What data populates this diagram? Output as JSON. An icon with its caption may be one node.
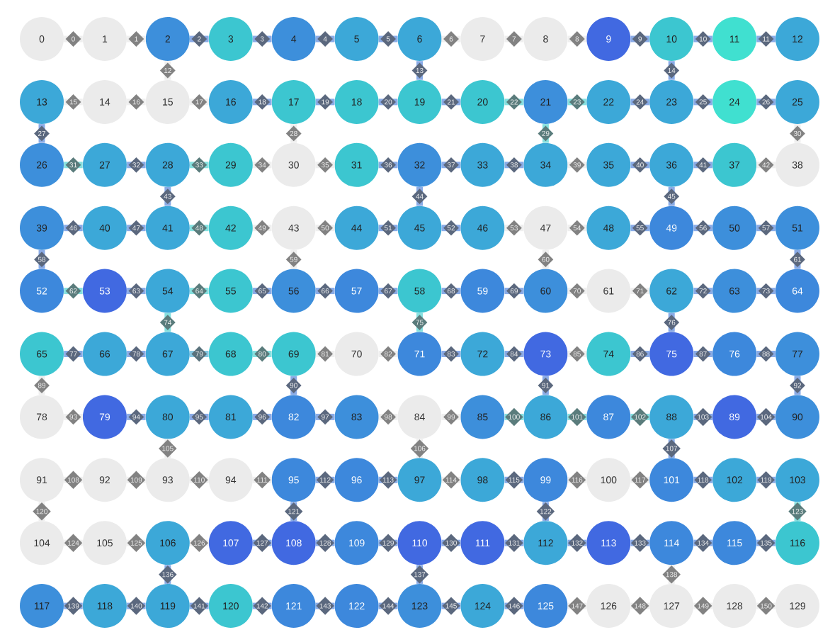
{
  "diagram": {
    "nodes": [
      {
        "text": [
          "0"
        ]
      },
      {
        "text": [
          "1"
        ]
      },
      {
        "text": [
          "2"
        ]
      },
      {
        "text": [
          "3"
        ]
      },
      {
        "text": [
          "4"
        ]
      },
      {
        "text": [
          "5"
        ]
      },
      {
        "text": [
          "6"
        ]
      },
      {
        "text": [
          "7"
        ]
      },
      {
        "text": [
          "8"
        ]
      },
      {
        "text": [
          "9"
        ]
      },
      {
        "text": [
          "10"
        ]
      },
      {
        "text": [
          "11"
        ]
      },
      {
        "text": [
          "12"
        ]
      },
      {
        "text": [
          "13"
        ]
      },
      {
        "text": [
          "14"
        ]
      },
      {
        "text": [
          "15"
        ]
      },
      {
        "text": [
          "16"
        ]
      },
      {
        "text": [
          "17"
        ]
      },
      {
        "text": [
          "18"
        ]
      },
      {
        "text": [
          "19"
        ]
      },
      {
        "text": [
          "20"
        ]
      },
      {
        "text": [
          "21"
        ]
      },
      {
        "text": [
          "22"
        ]
      },
      {
        "text": [
          "23"
        ]
      },
      {
        "text": [
          "24"
        ]
      },
      {
        "text": [
          "25"
        ]
      },
      {
        "text": [
          "26"
        ]
      },
      {
        "text": [
          "27"
        ]
      },
      {
        "text": [
          "28"
        ]
      },
      {
        "text": [
          "29"
        ]
      },
      {
        "text": [
          "30"
        ]
      },
      {
        "text": [
          "31"
        ]
      },
      {
        "text": [
          "32"
        ]
      },
      {
        "text": [
          "33"
        ]
      },
      {
        "text": [
          "34"
        ]
      },
      {
        "text": [
          "35"
        ]
      },
      {
        "text": [
          "36"
        ]
      },
      {
        "text": [
          "37"
        ]
      },
      {
        "text": [
          "38"
        ]
      },
      {
        "text": [
          "39"
        ]
      },
      {
        "text": [
          "40"
        ]
      },
      {
        "text": [
          "41"
        ]
      },
      {
        "text": [
          "42"
        ]
      },
      {
        "text": [
          "43"
        ]
      },
      {
        "text": [
          "44"
        ]
      },
      {
        "text": [
          "45"
        ]
      },
      {
        "text": [
          "46"
        ]
      },
      {
        "text": [
          "47"
        ]
      },
      {
        "text": [
          "48"
        ]
      },
      {
        "text": [
          "49"
        ]
      },
      {
        "text": [
          "50"
        ]
      },
      {
        "text": [
          "51"
        ]
      },
      {
        "text": [
          "52"
        ]
      },
      {
        "text": [
          "53"
        ]
      },
      {
        "text": [
          "54"
        ]
      },
      {
        "text": [
          "55"
        ]
      },
      {
        "text": [
          "56"
        ]
      },
      {
        "text": [
          "57"
        ]
      },
      {
        "text": [
          "58"
        ]
      },
      {
        "text": [
          "59"
        ]
      },
      {
        "text": [
          "60"
        ]
      },
      {
        "text": [
          "61"
        ]
      },
      {
        "text": [
          "62"
        ]
      },
      {
        "text": [
          "63"
        ]
      },
      {
        "text": [
          "64"
        ]
      },
      {
        "text": [
          "65"
        ]
      },
      {
        "text": [
          "66"
        ]
      },
      {
        "text": [
          "67"
        ]
      },
      {
        "text": [
          "68"
        ]
      },
      {
        "text": [
          "69"
        ]
      },
      {
        "text": [
          "70"
        ]
      },
      {
        "text": [
          "71"
        ]
      },
      {
        "text": [
          "72"
        ]
      },
      {
        "text": [
          "73"
        ]
      },
      {
        "text": [
          "74"
        ]
      },
      {
        "text": [
          "75"
        ]
      },
      {
        "text": [
          "76"
        ]
      },
      {
        "text": [
          "77"
        ]
      },
      {
        "text": [
          "78"
        ]
      },
      {
        "text": [
          "79"
        ]
      },
      {
        "text": [
          "80"
        ]
      },
      {
        "text": [
          "81"
        ]
      },
      {
        "text": [
          "82"
        ]
      },
      {
        "text": [
          "83"
        ]
      },
      {
        "text": [
          "84"
        ]
      },
      {
        "text": [
          "85"
        ]
      },
      {
        "text": [
          "86"
        ]
      },
      {
        "text": [
          "87"
        ]
      },
      {
        "text": [
          "88"
        ]
      },
      {
        "text": [
          "89"
        ]
      },
      {
        "text": [
          "90"
        ]
      },
      {
        "text": [
          "91"
        ]
      },
      {
        "text": [
          "92"
        ]
      },
      {
        "text": [
          "93"
        ]
      },
      {
        "text": [
          "94"
        ]
      },
      {
        "text": [
          "95"
        ]
      },
      {
        "text": [
          "96"
        ]
      },
      {
        "text": [
          "97"
        ]
      },
      {
        "text": [
          "98"
        ]
      },
      {
        "text": [
          "99"
        ]
      },
      {
        "text": [
          "100"
        ]
      },
      {
        "text": [
          "101"
        ]
      },
      {
        "text": [
          "102"
        ]
      },
      {
        "text": [
          "103"
        ]
      },
      {
        "text": [
          "104"
        ]
      },
      {
        "text": [
          "105"
        ]
      },
      {
        "text": [
          "106"
        ]
      },
      {
        "text": [
          "107"
        ]
      },
      {
        "text": [
          "108"
        ]
      },
      {
        "text": [
          "109"
        ]
      },
      {
        "text": [
          "110"
        ]
      },
      {
        "text": [
          "111"
        ]
      },
      {
        "text": [
          "112"
        ]
      },
      {
        "text": [
          "113"
        ]
      },
      {
        "text": [
          "114"
        ]
      },
      {
        "text": [
          "115"
        ]
      },
      {
        "text": [
          "116"
        ]
      },
      {
        "text": [
          "117"
        ]
      },
      {
        "text": [
          "118"
        ]
      },
      {
        "text": [
          "119"
        ]
      },
      {
        "text": [
          "120"
        ]
      },
      {
        "text": [
          "121"
        ]
      },
      {
        "text": [
          "122"
        ]
      },
      {
        "text": [
          "123"
        ]
      },
      {
        "text": [
          "124"
        ]
      },
      {
        "text": [
          "125"
        ]
      },
      {
        "text": [
          "126"
        ]
      },
      {
        "text": [
          "127"
        ]
      },
      {
        "text": [
          "128"
        ]
      },
      {
        "text": [
          "129"
        ]
      }
    ],
    "edges": [
      {
        "from": 0,
        "to": 1,
        "arrow": "none",
        "label": "0",
        "color": "#efefef"
      },
      {
        "from": 1,
        "to": 2,
        "arrow": "none",
        "label": "1",
        "color": "#efefef"
      },
      {
        "from": 2,
        "to": 3,
        "arrow": "none",
        "label": "2"
      },
      {
        "from": 3,
        "to": 4,
        "arrow": "none",
        "label": "3"
      },
      {
        "from": 4,
        "to": 5,
        "arrow": "none",
        "label": "4"
      },
      {
        "from": 5,
        "to": 6,
        "arrow": "none",
        "label": "5"
      },
      {
        "from": 6,
        "to": 7,
        "arrow": "none",
        "label": "6",
        "color": "#efefef"
      },
      {
        "from": 7,
        "to": 8,
        "arrow": "none",
        "label": "7",
        "color": "#efefef"
      },
      {
        "from": 8,
        "to": 9,
        "arrow": "none",
        "label": "8",
        "color": "#efefef"
      },
      {
        "from": 9,
        "to": 10,
        "arrow": "none",
        "label": "9"
      },
      {
        "from": 10,
        "to": 11,
        "arrow": "none",
        "label": "10"
      },
      {
        "from": 11,
        "to": 12,
        "arrow": "none",
        "label": "11"
      },
      {
        "from": 2,
        "to": 15,
        "arrow": "none",
        "label": "12",
        "color": "#efefef"
      },
      {
        "from": 6,
        "to": 19,
        "arrow": "none",
        "label": "13"
      },
      {
        "from": 10,
        "to": 23,
        "arrow": "none",
        "label": "14"
      },
      {
        "from": 13,
        "to": 14,
        "arrow": "none",
        "label": "15",
        "color": "#efefef"
      },
      {
        "from": 14,
        "to": 15,
        "arrow": "none",
        "label": "16",
        "color": "#efefef"
      },
      {
        "from": 15,
        "to": 16,
        "arrow": "none",
        "label": "17",
        "color": "#efefef"
      },
      {
        "from": 16,
        "to": 17,
        "arrow": "none",
        "label": "18"
      },
      {
        "from": 17,
        "to": 18,
        "arrow": "none",
        "label": "19"
      },
      {
        "from": 18,
        "to": 19,
        "arrow": "none",
        "label": "20"
      },
      {
        "from": 19,
        "to": 20,
        "arrow": "none",
        "label": "21"
      },
      {
        "from": 20,
        "to": 21,
        "arrow": "none",
        "label": "22",
        "color": "#86e0df"
      },
      {
        "from": 21,
        "to": 22,
        "arrow": "none",
        "label": "23",
        "color": "#86e0df"
      },
      {
        "from": 22,
        "to": 23,
        "arrow": "none",
        "label": "24"
      },
      {
        "from": 23,
        "to": 24,
        "arrow": "none",
        "label": "25"
      },
      {
        "from": 24,
        "to": 25,
        "arrow": "none",
        "label": "26"
      },
      {
        "from": 13,
        "to": 26,
        "arrow": "none",
        "label": "27"
      },
      {
        "from": 17,
        "to": 30,
        "arrow": "none",
        "label": "28",
        "color": "#efefef"
      },
      {
        "from": 21,
        "to": 34,
        "arrow": "none",
        "label": "29",
        "color": "#86e0df"
      },
      {
        "from": 25,
        "to": 38,
        "arrow": "none",
        "label": "30",
        "color": "#efefef"
      },
      {
        "from": 26,
        "to": 27,
        "arrow": "none",
        "label": "31",
        "color": "#86e0df"
      },
      {
        "from": 27,
        "to": 28,
        "arrow": "none",
        "label": "32"
      },
      {
        "from": 28,
        "to": 29,
        "arrow": "none",
        "label": "33",
        "color": "#86e0df"
      },
      {
        "from": 29,
        "to": 30,
        "arrow": "none",
        "label": "34",
        "color": "#efefef"
      },
      {
        "from": 30,
        "to": 31,
        "arrow": "none",
        "label": "35",
        "color": "#efefef"
      },
      {
        "from": 31,
        "to": 32,
        "arrow": "none",
        "label": "36"
      },
      {
        "from": 32,
        "to": 33,
        "arrow": "none",
        "label": "37"
      },
      {
        "from": 33,
        "to": 34,
        "arrow": "none",
        "label": "38"
      },
      {
        "from": 34,
        "to": 35,
        "arrow": "none",
        "label": "39",
        "color": "#efefef"
      },
      {
        "from": 35,
        "to": 36,
        "arrow": "none",
        "label": "40"
      },
      {
        "from": 36,
        "to": 37,
        "arrow": "none",
        "label": "41"
      },
      {
        "from": 37,
        "to": 38,
        "arrow": "none",
        "label": "42",
        "color": "#efefef"
      },
      {
        "from": 28,
        "to": 41,
        "arrow": "none",
        "label": "43"
      },
      {
        "from": 32,
        "to": 45,
        "arrow": "none",
        "label": "44"
      },
      {
        "from": 36,
        "to": 49,
        "arrow": "none",
        "label": "45"
      },
      {
        "from": 39,
        "to": 40,
        "arrow": "none",
        "label": "46"
      },
      {
        "from": 40,
        "to": 41,
        "arrow": "none",
        "label": "47"
      },
      {
        "from": 41,
        "to": 42,
        "arrow": "none",
        "label": "48",
        "color": "#86e0df"
      },
      {
        "from": 42,
        "to": 43,
        "arrow": "none",
        "label": "49",
        "color": "#efefef"
      },
      {
        "from": 43,
        "to": 44,
        "arrow": "none",
        "label": "50",
        "color": "#efefef"
      },
      {
        "from": 44,
        "to": 45,
        "arrow": "none",
        "label": "51"
      },
      {
        "from": 45,
        "to": 46,
        "arrow": "none",
        "label": "52"
      },
      {
        "from": 46,
        "to": 47,
        "arrow": "none",
        "label": "53",
        "color": "#efefef"
      },
      {
        "from": 47,
        "to": 48,
        "arrow": "none",
        "label": "54",
        "color": "#efefef"
      },
      {
        "from": 48,
        "to": 49,
        "arrow": "none",
        "label": "55"
      },
      {
        "from": 49,
        "to": 50,
        "arrow": "none",
        "label": "56"
      },
      {
        "from": 50,
        "to": 51,
        "arrow": "none",
        "label": "57"
      },
      {
        "from": 39,
        "to": 52,
        "arrow": "none",
        "label": "58"
      },
      {
        "from": 43,
        "to": 56,
        "arrow": "none",
        "label": "59",
        "color": "#efefef"
      },
      {
        "from": 47,
        "to": 60,
        "arrow": "none",
        "label": "60",
        "color": "#efefef"
      },
      {
        "from": 51,
        "to": 64,
        "arrow": "none",
        "label": "61"
      },
      {
        "from": 52,
        "to": 53,
        "arrow": "none",
        "label": "62",
        "color": "#86e0df"
      },
      {
        "from": 53,
        "to": 54,
        "arrow": "none",
        "label": "63"
      },
      {
        "from": 54,
        "to": 55,
        "arrow": "none",
        "label": "64",
        "color": "#86e0df"
      },
      {
        "from": 55,
        "to": 56,
        "arrow": "none",
        "label": "65"
      },
      {
        "from": 56,
        "to": 57,
        "arrow": "none",
        "label": "66"
      },
      {
        "from": 57,
        "to": 58,
        "arrow": "none",
        "label": "67"
      },
      {
        "from": 58,
        "to": 59,
        "arrow": "none",
        "label": "68"
      },
      {
        "from": 59,
        "to": 60,
        "arrow": "none",
        "label": "69"
      },
      {
        "from": 60,
        "to": 61,
        "arrow": "none",
        "label": "70",
        "color": "#efefef"
      },
      {
        "from": 61,
        "to": 62,
        "arrow": "none",
        "label": "71",
        "color": "#efefef"
      },
      {
        "from": 62,
        "to": 63,
        "arrow": "none",
        "label": "72"
      },
      {
        "from": 63,
        "to": 64,
        "arrow": "none",
        "label": "73"
      },
      {
        "from": 54,
        "to": 67,
        "arrow": "none",
        "label": "74",
        "color": "#86e0df"
      },
      {
        "from": 58,
        "to": 71,
        "arrow": "none",
        "label": "75",
        "color": "#86e0df"
      },
      {
        "from": 62,
        "to": 75,
        "arrow": "none",
        "label": "76"
      },
      {
        "from": 65,
        "to": 66,
        "arrow": "none",
        "label": "77"
      },
      {
        "from": 66,
        "to": 67,
        "arrow": "none",
        "label": "78"
      },
      {
        "from": 67,
        "to": 68,
        "arrow": "none",
        "label": "79",
        "color": "#86c6e0"
      },
      {
        "from": 68,
        "to": 69,
        "arrow": "none",
        "label": "80",
        "color": "#86e0df"
      },
      {
        "from": 69,
        "to": 70,
        "arrow": "none",
        "label": "81",
        "color": "#efefef"
      },
      {
        "from": 70,
        "to": 71,
        "arrow": "none",
        "label": "82",
        "color": "#efefef"
      },
      {
        "from": 71,
        "to": 72,
        "arrow": "none",
        "label": "83"
      },
      {
        "from": 72,
        "to": 73,
        "arrow": "none",
        "label": "84"
      },
      {
        "from": 73,
        "to": 74,
        "arrow": "none",
        "label": "85",
        "color": "#efefef"
      },
      {
        "from": 74,
        "to": 75,
        "arrow": "none",
        "label": "86"
      },
      {
        "from": 75,
        "to": 76,
        "arrow": "none",
        "label": "87"
      },
      {
        "from": 76,
        "to": 77,
        "arrow": "none",
        "label": "88"
      },
      {
        "from": 65,
        "to": 78,
        "arrow": "none",
        "label": "89",
        "color": "#efefef"
      },
      {
        "from": 69,
        "to": 82,
        "arrow": "none",
        "label": "90"
      },
      {
        "from": 73,
        "to": 86,
        "arrow": "none",
        "label": "91"
      },
      {
        "from": 77,
        "to": 90,
        "arrow": "none",
        "label": "92"
      },
      {
        "from": 78,
        "to": 79,
        "arrow": "none",
        "label": "93",
        "color": "#efefef"
      },
      {
        "from": 79,
        "to": 80,
        "arrow": "none",
        "label": "94"
      },
      {
        "from": 80,
        "to": 81,
        "arrow": "none",
        "label": "95"
      },
      {
        "from": 81,
        "to": 82,
        "arrow": "none",
        "label": "96"
      },
      {
        "from": 82,
        "to": 83,
        "arrow": "none",
        "label": "97"
      },
      {
        "from": 83,
        "to": 84,
        "arrow": "none",
        "label": "98",
        "color": "#efefef"
      },
      {
        "from": 84,
        "to": 85,
        "arrow": "none",
        "label": "99",
        "color": "#efefef"
      },
      {
        "from": 85,
        "to": 86,
        "arrow": "none",
        "label": "100",
        "color": "#86e0df"
      },
      {
        "from": 86,
        "to": 87,
        "arrow": "none",
        "label": "101",
        "color": "#86e0df"
      },
      {
        "from": 87,
        "to": 88,
        "arrow": "none",
        "label": "102",
        "color": "#86e0df"
      },
      {
        "from": 88,
        "to": 89,
        "arrow": "none",
        "label": "103"
      },
      {
        "from": 89,
        "to": 90,
        "arrow": "none",
        "label": "104"
      },
      {
        "from": 80,
        "to": 93,
        "arrow": "none",
        "label": "105",
        "color": "#efefef"
      },
      {
        "from": 84,
        "to": 97,
        "arrow": "none",
        "label": "106",
        "color": "#efefef"
      },
      {
        "from": 88,
        "to": 101,
        "arrow": "none",
        "label": "107"
      },
      {
        "from": 91,
        "to": 92,
        "arrow": "none",
        "label": "108",
        "color": "#efefef"
      },
      {
        "from": 92,
        "to": 93,
        "arrow": "none",
        "label": "109",
        "color": "#efefef"
      },
      {
        "from": 93,
        "to": 94,
        "arrow": "none",
        "label": "110",
        "color": "#efefef"
      },
      {
        "from": 94,
        "to": 95,
        "arrow": "none",
        "label": "111",
        "color": "#efefef"
      },
      {
        "from": 95,
        "to": 96,
        "arrow": "none",
        "label": "112"
      },
      {
        "from": 96,
        "to": 97,
        "arrow": "none",
        "label": "113"
      },
      {
        "from": 97,
        "to": 98,
        "arrow": "none",
        "label": "114",
        "color": "#efefef"
      },
      {
        "from": 98,
        "to": 99,
        "arrow": "none",
        "label": "115"
      },
      {
        "from": 99,
        "to": 100,
        "arrow": "none",
        "label": "116",
        "color": "#efefef"
      },
      {
        "from": 100,
        "to": 101,
        "arrow": "none",
        "label": "117",
        "color": "#efefef"
      },
      {
        "from": 101,
        "to": 102,
        "arrow": "none",
        "label": "118"
      },
      {
        "from": 102,
        "to": 103,
        "arrow": "none",
        "label": "119"
      },
      {
        "from": 91,
        "to": 104,
        "arrow": "none",
        "label": "120",
        "color": "#efefef"
      },
      {
        "from": 95,
        "to": 108,
        "arrow": "none",
        "label": "121"
      },
      {
        "from": 99,
        "to": 112,
        "arrow": "none",
        "label": "122"
      },
      {
        "from": 103,
        "to": 116,
        "arrow": "none",
        "label": "123",
        "color": "#86e0df"
      },
      {
        "from": 104,
        "to": 105,
        "arrow": "none",
        "label": "124",
        "color": "#efefef"
      },
      {
        "from": 105,
        "to": 106,
        "arrow": "none",
        "label": "125",
        "color": "#efefef"
      },
      {
        "from": 106,
        "to": 107,
        "arrow": "none",
        "label": "126",
        "color": "#efefef"
      },
      {
        "from": 107,
        "to": 108,
        "arrow": "none",
        "label": "127"
      },
      {
        "from": 108,
        "to": 109,
        "arrow": "none",
        "label": "128"
      },
      {
        "from": 109,
        "to": 110,
        "arrow": "none",
        "label": "129"
      },
      {
        "from": 110,
        "to": 111,
        "arrow": "none",
        "label": "130"
      },
      {
        "from": 111,
        "to": 112,
        "arrow": "none",
        "label": "131"
      },
      {
        "from": 112,
        "to": 113,
        "arrow": "none",
        "label": "132"
      },
      {
        "from": 113,
        "to": 114,
        "arrow": "none",
        "label": "133"
      },
      {
        "from": 114,
        "to": 115,
        "arrow": "none",
        "label": "134"
      },
      {
        "from": 115,
        "to": 116,
        "arrow": "none",
        "label": "135"
      },
      {
        "from": 106,
        "to": 119,
        "arrow": "none",
        "label": "136"
      },
      {
        "from": 110,
        "to": 123,
        "arrow": "none",
        "label": "137"
      },
      {
        "from": 114,
        "to": 127,
        "arrow": "none",
        "label": "138",
        "color": "#efefef"
      },
      {
        "from": 117,
        "to": 118,
        "arrow": "none",
        "label": "139"
      },
      {
        "from": 118,
        "to": 119,
        "arrow": "none",
        "label": "140"
      },
      {
        "from": 119,
        "to": 120,
        "arrow": "none",
        "label": "141"
      },
      {
        "from": 120,
        "to": 121,
        "arrow": "none",
        "label": "142"
      },
      {
        "from": 121,
        "to": 122,
        "arrow": "none",
        "label": "143"
      },
      {
        "from": 122,
        "to": 123,
        "arrow": "none",
        "label": "144"
      },
      {
        "from": 123,
        "to": 124,
        "arrow": "none",
        "label": "145"
      },
      {
        "from": 124,
        "to": 125,
        "arrow": "none",
        "label": "146"
      },
      {
        "from": 125,
        "to": 126,
        "arrow": "none",
        "label": "147",
        "color": "#efefef"
      },
      {
        "from": 126,
        "to": 127,
        "arrow": "none",
        "label": "148",
        "color": "#efefef"
      },
      {
        "from": 127,
        "to": 128,
        "arrow": "none",
        "label": "149",
        "color": "#efefef"
      },
      {
        "from": 128,
        "to": 129,
        "arrow": "none",
        "label": "150",
        "color": "#efefef"
      }
    ]
  }
}
